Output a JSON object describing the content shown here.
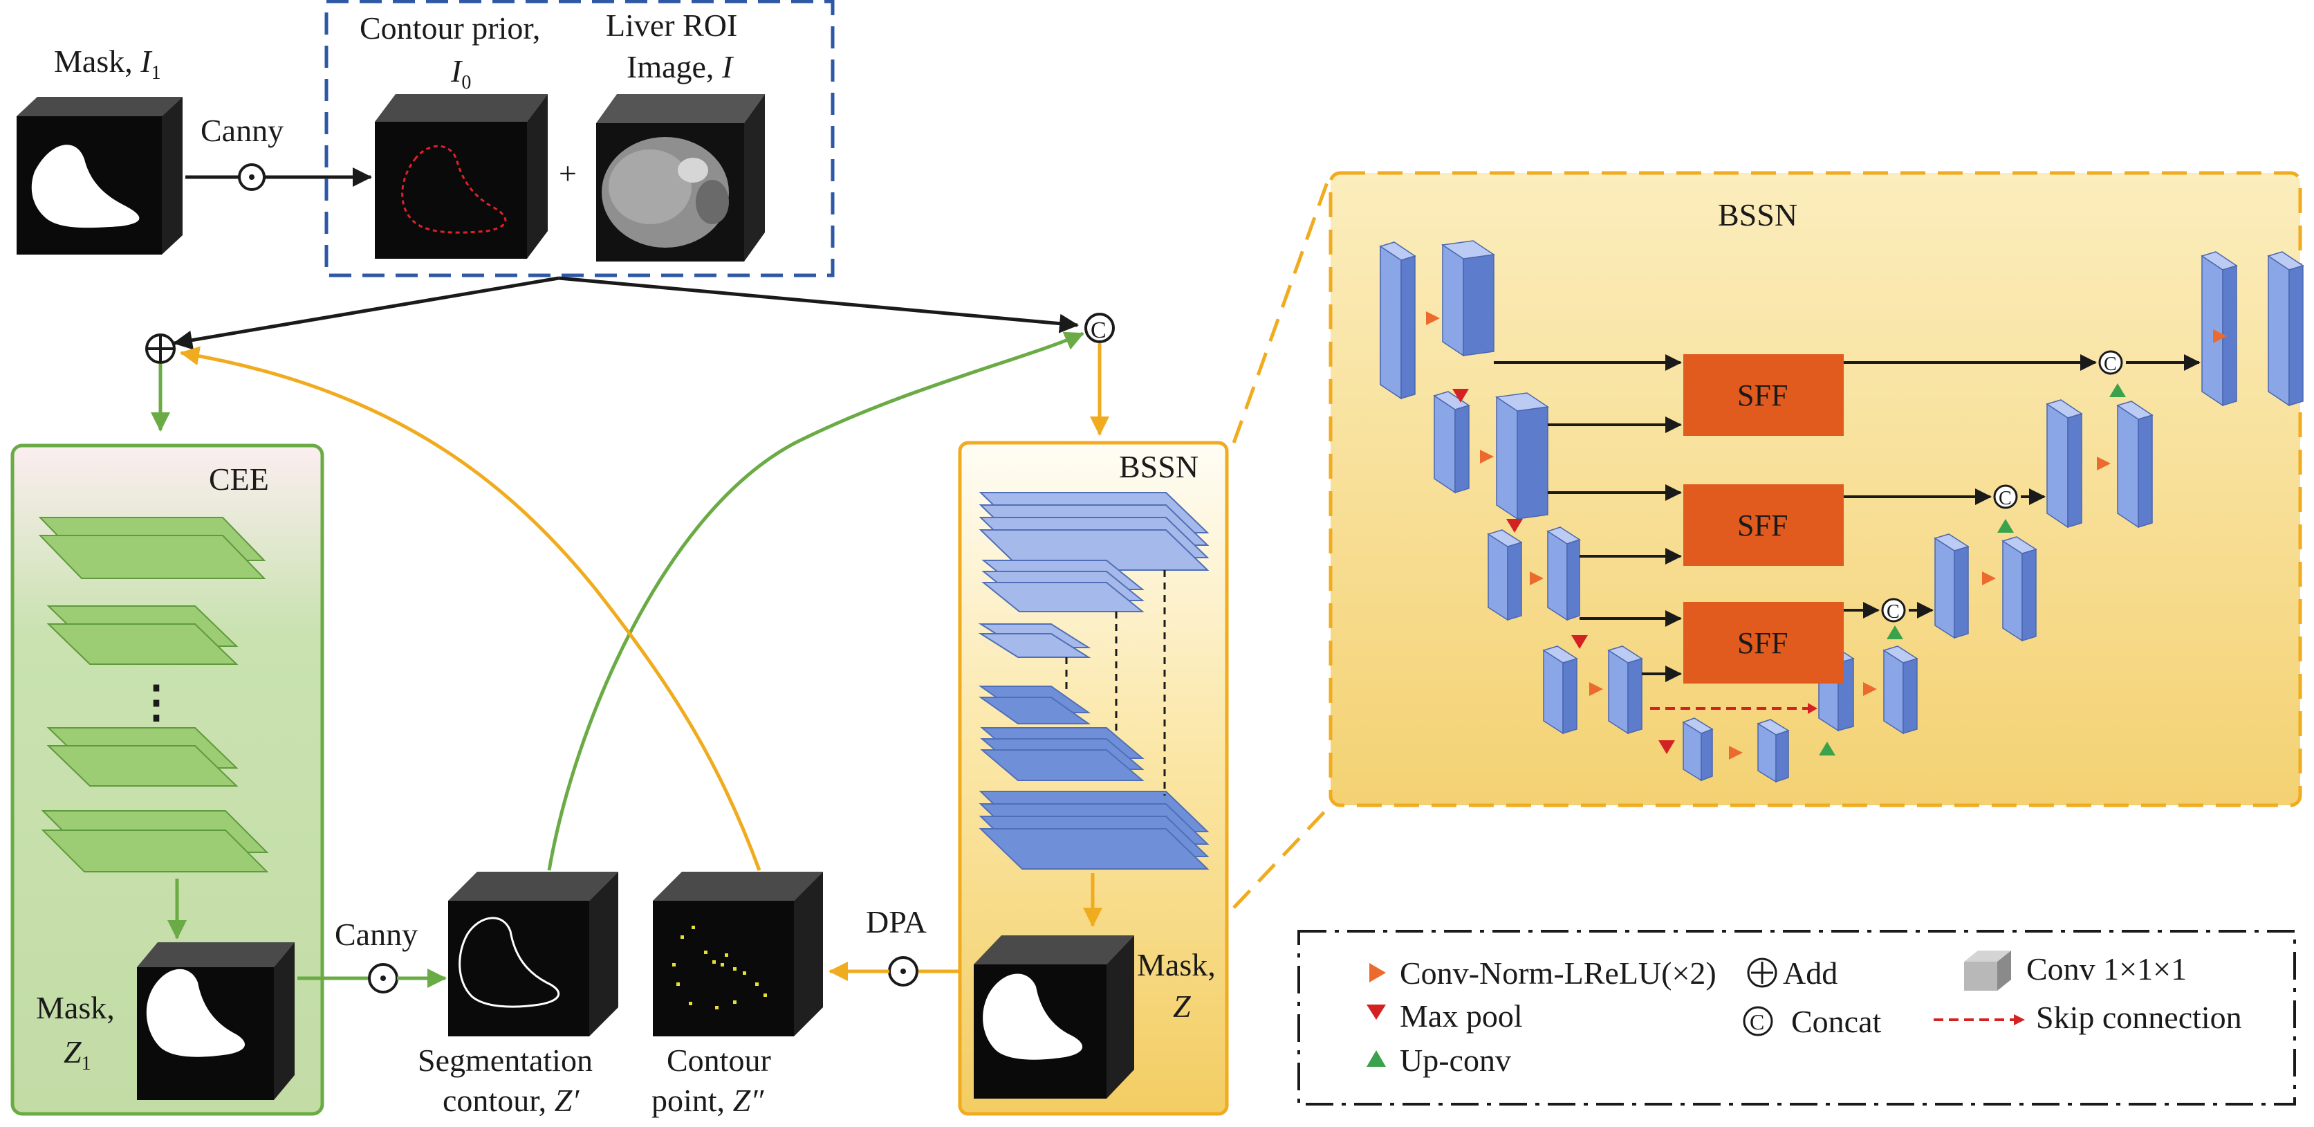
{
  "mask_i1": {
    "name": "Mask, ",
    "var": "I",
    "sub": "1"
  },
  "contour_prior": {
    "line1": "Contour prior,",
    "var": "I",
    "sub": "0"
  },
  "liver_roi": {
    "line1": "Liver ROI",
    "line2": "Image, ",
    "var": "I"
  },
  "plus_sign": "+",
  "canny_top": "Canny",
  "canny_bottom": "Canny",
  "dpa": "DPA",
  "cee_label": "CEE",
  "dots": "⋮",
  "mask_z1": {
    "line1": "Mask,",
    "var": "Z",
    "sub": "1"
  },
  "seg_contour": {
    "line1": "Segmentation",
    "line2": "contour, ",
    "var": "Z′"
  },
  "contour_point": {
    "line1": "Contour",
    "line2": "point, ",
    "var": "Z″"
  },
  "bssn_small": "BSSN",
  "mask_z": {
    "line1": "Mask,",
    "var": "Z"
  },
  "bssn_big": "BSSN",
  "sff_labels": [
    "SFF",
    "SFF",
    "SFF"
  ],
  "symbols": {
    "odot": "⊙",
    "oplus": "⊕",
    "concat": "C"
  },
  "legend": {
    "conv_norm": "Conv-Norm-LReLU(×2)",
    "max_pool": "Max pool",
    "up_conv": "Up-conv",
    "add": "Add",
    "concat": "Concat",
    "conv111": "Conv 1×1×1",
    "skip": "Skip connection"
  },
  "colors": {
    "blue_dash": "#2e58a6",
    "green": "#6aab45",
    "orange": "#f0ab1e",
    "sff": "#e15a1e",
    "layer_blue": "#6f8fd9",
    "red": "#d42222",
    "tri_orange": "#ec6a2e",
    "tri_green": "#3aa24a"
  }
}
